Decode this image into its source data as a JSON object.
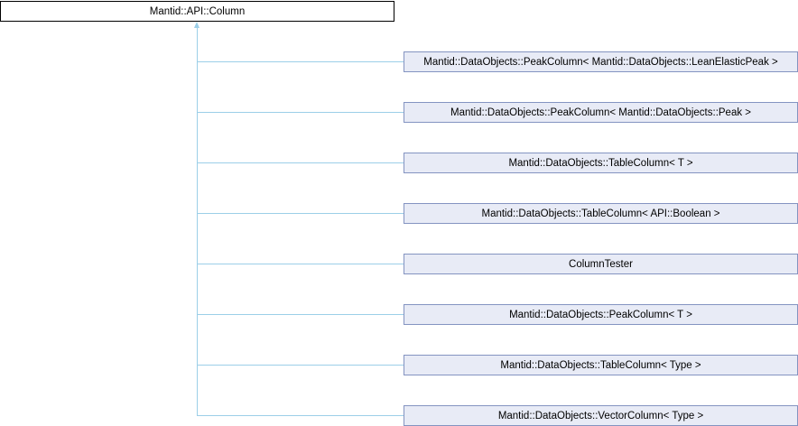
{
  "base_class": "Mantid::API::Column",
  "derived_classes": [
    "Mantid::DataObjects::PeakColumn< Mantid::DataObjects::LeanElasticPeak >",
    "Mantid::DataObjects::PeakColumn< Mantid::DataObjects::Peak >",
    "Mantid::DataObjects::TableColumn< T >",
    "Mantid::DataObjects::TableColumn< API::Boolean >",
    "ColumnTester",
    "Mantid::DataObjects::PeakColumn< T >",
    "Mantid::DataObjects::TableColumn< Type >",
    "Mantid::DataObjects::VectorColumn< Type >"
  ],
  "colors": {
    "edge": "#9ccfe8",
    "node_fill": "#e8ebf6",
    "node_border": "#8494c1"
  }
}
